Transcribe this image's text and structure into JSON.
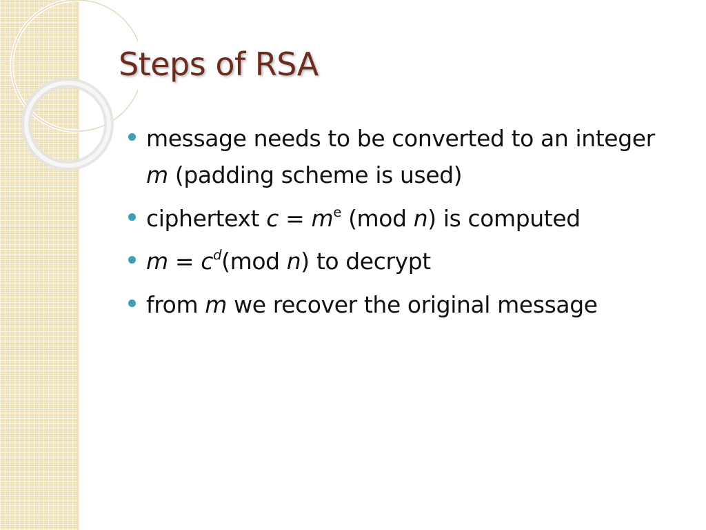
{
  "slide": {
    "title": "Steps of RSA",
    "colors": {
      "title": "#6b2c1f",
      "bullet": "#3fa0b5",
      "side_strip": "#f1e6c4"
    },
    "bullets": [
      {
        "segments": [
          {
            "text": "message needs to be converted to an integer "
          },
          {
            "text": "m",
            "italic": true
          },
          {
            "text": " (padding scheme is used)"
          }
        ]
      },
      {
        "segments": [
          {
            "text": "ciphertext "
          },
          {
            "text": "c",
            "italic": true
          },
          {
            "text": " = "
          },
          {
            "text": "m",
            "italic": true
          },
          {
            "text": "e",
            "superscript": true
          },
          {
            "text": " (mod "
          },
          {
            "text": "n",
            "italic": true
          },
          {
            "text": ") is computed"
          }
        ]
      },
      {
        "segments": [
          {
            "text": "m",
            "italic": true
          },
          {
            "text": " = "
          },
          {
            "text": "c",
            "italic": true
          },
          {
            "text": "d",
            "superscript": true,
            "italic": true
          },
          {
            "text": "(mod "
          },
          {
            "text": "n",
            "italic": true
          },
          {
            "text": ") to decrypt"
          }
        ]
      },
      {
        "segments": [
          {
            "text": "from "
          },
          {
            "text": "m",
            "italic": true
          },
          {
            "text": " we recover the original message"
          }
        ]
      }
    ]
  }
}
